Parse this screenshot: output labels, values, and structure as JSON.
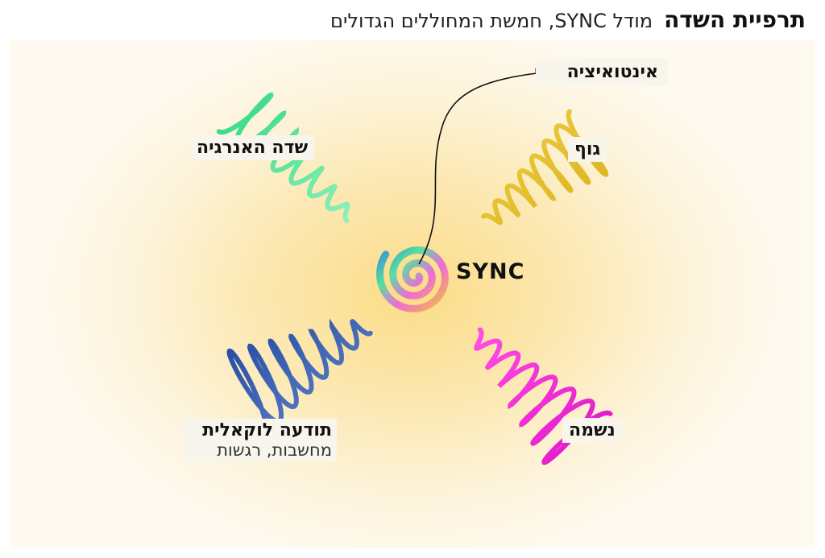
{
  "header": {
    "title": "תרפיית השדה",
    "subtitle": "מודל SYNC, חמשת המחוללים הגדולים"
  },
  "center": {
    "label": "SYNC"
  },
  "nodes": {
    "intuition": {
      "label": "אינטואיציה"
    },
    "body": {
      "label": "גוף"
    },
    "energy_field": {
      "label": "שדה האנרגיה"
    },
    "local_awareness": {
      "label": "תודעה לוקאלית",
      "sublabel": "מחשבות, רגשות"
    },
    "soul": {
      "label": "נשמה"
    }
  },
  "colors": {
    "energy_field": "#3fdc8a",
    "body": "#e4c02a",
    "local_awareness": "#1f4fa8",
    "soul": "#ee22d6",
    "background_center": "#fbdc86"
  }
}
